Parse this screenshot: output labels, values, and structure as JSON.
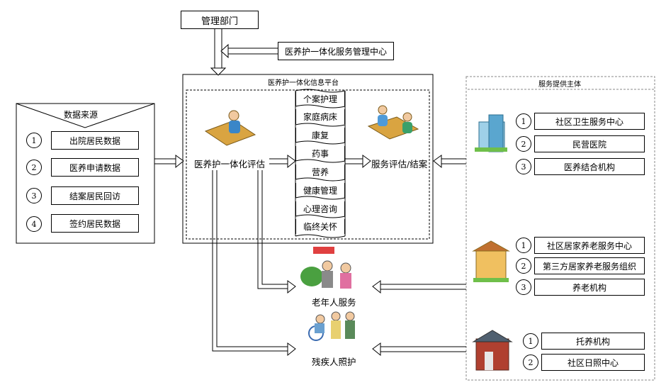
{
  "management": {
    "label": "管理部门",
    "center": "医养护一体化服务管理中心"
  },
  "platform": {
    "title": "医养护一体化信息平台",
    "assess": "医养护一体化评估",
    "result": "服务评估/结案",
    "services": [
      "个案护理",
      "家庭病床",
      "康复",
      "药事",
      "营养",
      "健康管理",
      "心理咨询",
      "临终关怀"
    ]
  },
  "sources": {
    "title": "数据来源",
    "items": [
      {
        "num": "1",
        "label": "出院居民数据"
      },
      {
        "num": "2",
        "label": "医养申请数据"
      },
      {
        "num": "3",
        "label": "结案居民回访"
      },
      {
        "num": "4",
        "label": "签约居民数据"
      }
    ]
  },
  "providers": {
    "title": "服务提供主体",
    "medical": [
      {
        "num": "1",
        "label": "社区卫生服务中心"
      },
      {
        "num": "2",
        "label": "民营医院"
      },
      {
        "num": "3",
        "label": "医养结合机构"
      }
    ],
    "elderly": [
      {
        "num": "1",
        "label": "社区居家养老服务中心"
      },
      {
        "num": "2",
        "label": "第三方居家养老服务组织"
      },
      {
        "num": "3",
        "label": "养老机构"
      }
    ],
    "disabled": [
      {
        "num": "1",
        "label": "托养机构"
      },
      {
        "num": "2",
        "label": "社区日照中心"
      }
    ]
  },
  "outputs": {
    "elderly": "老年人服务",
    "disabled": "残疾人照护"
  }
}
